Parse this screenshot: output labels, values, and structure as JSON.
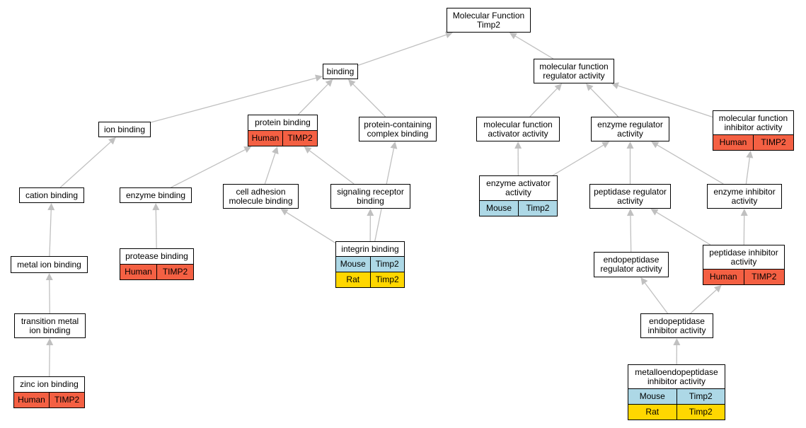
{
  "colors": {
    "human": "#f46043",
    "mouse": "#add8e6",
    "rat": "#ffd700",
    "edge": "#c0c0c0"
  },
  "nodes": [
    {
      "id": "mf",
      "label": "Molecular Function\nTimp2",
      "annotations": []
    },
    {
      "id": "binding",
      "label": "binding",
      "annotations": []
    },
    {
      "id": "mfra",
      "label": "molecular function\nregulator activity",
      "annotations": []
    },
    {
      "id": "ion",
      "label": "ion binding",
      "annotations": []
    },
    {
      "id": "protein",
      "label": "protein binding",
      "annotations": [
        {
          "species": "Human",
          "gene": "TIMP2",
          "color": "human"
        }
      ]
    },
    {
      "id": "pccb",
      "label": "protein-containing\ncomplex binding",
      "annotations": []
    },
    {
      "id": "mfaa",
      "label": "molecular function\nactivator activity",
      "annotations": []
    },
    {
      "id": "era",
      "label": "enzyme regulator\nactivity",
      "annotations": []
    },
    {
      "id": "mfia",
      "label": "molecular function\ninhibitor activity",
      "annotations": [
        {
          "species": "Human",
          "gene": "TIMP2",
          "color": "human"
        }
      ]
    },
    {
      "id": "cation",
      "label": "cation binding",
      "annotations": []
    },
    {
      "id": "enzyme",
      "label": "enzyme binding",
      "annotations": []
    },
    {
      "id": "cam",
      "label": "cell adhesion\nmolecule binding",
      "annotations": []
    },
    {
      "id": "srb",
      "label": "signaling receptor\nbinding",
      "annotations": []
    },
    {
      "id": "eaa",
      "label": "enzyme activator\nactivity",
      "annotations": [
        {
          "species": "Mouse",
          "gene": "Timp2",
          "color": "mouse"
        }
      ]
    },
    {
      "id": "pra",
      "label": "peptidase regulator\nactivity",
      "annotations": []
    },
    {
      "id": "eia",
      "label": "enzyme inhibitor\nactivity",
      "annotations": []
    },
    {
      "id": "metal",
      "label": "metal ion binding",
      "annotations": []
    },
    {
      "id": "protease",
      "label": "protease binding",
      "annotations": [
        {
          "species": "Human",
          "gene": "TIMP2",
          "color": "human"
        }
      ]
    },
    {
      "id": "integrin",
      "label": "integrin binding",
      "annotations": [
        {
          "species": "Mouse",
          "gene": "Timp2",
          "color": "mouse"
        },
        {
          "species": "Rat",
          "gene": "Timp2",
          "color": "rat"
        }
      ]
    },
    {
      "id": "epra",
      "label": "endopeptidase\nregulator activity",
      "annotations": []
    },
    {
      "id": "pia",
      "label": "peptidase inhibitor\nactivity",
      "annotations": [
        {
          "species": "Human",
          "gene": "TIMP2",
          "color": "human"
        }
      ]
    },
    {
      "id": "tmib",
      "label": "transition metal\nion binding",
      "annotations": []
    },
    {
      "id": "epia",
      "label": "endopeptidase\ninhibitor activity",
      "annotations": []
    },
    {
      "id": "zinc",
      "label": "zinc ion binding",
      "annotations": [
        {
          "species": "Human",
          "gene": "TIMP2",
          "color": "human"
        }
      ]
    },
    {
      "id": "mepia",
      "label": "metalloendopeptidase\ninhibitor activity",
      "annotations": [
        {
          "species": "Mouse",
          "gene": "Timp2",
          "color": "mouse"
        },
        {
          "species": "Rat",
          "gene": "Timp2",
          "color": "rat"
        }
      ]
    }
  ],
  "edges": [
    {
      "from": "binding",
      "to": "mf"
    },
    {
      "from": "mfra",
      "to": "mf"
    },
    {
      "from": "ion",
      "to": "binding"
    },
    {
      "from": "protein",
      "to": "binding"
    },
    {
      "from": "pccb",
      "to": "binding"
    },
    {
      "from": "mfaa",
      "to": "mfra"
    },
    {
      "from": "era",
      "to": "mfra"
    },
    {
      "from": "mfia",
      "to": "mfra"
    },
    {
      "from": "cation",
      "to": "ion"
    },
    {
      "from": "enzyme",
      "to": "protein"
    },
    {
      "from": "cam",
      "to": "protein"
    },
    {
      "from": "srb",
      "to": "protein"
    },
    {
      "from": "integrin",
      "to": "pccb"
    },
    {
      "from": "eaa",
      "to": "mfaa"
    },
    {
      "from": "eaa",
      "to": "era"
    },
    {
      "from": "pra",
      "to": "era"
    },
    {
      "from": "eia",
      "to": "era"
    },
    {
      "from": "eia",
      "to": "mfia"
    },
    {
      "from": "metal",
      "to": "cation"
    },
    {
      "from": "protease",
      "to": "enzyme"
    },
    {
      "from": "integrin",
      "to": "cam"
    },
    {
      "from": "integrin",
      "to": "srb"
    },
    {
      "from": "epra",
      "to": "pra"
    },
    {
      "from": "pia",
      "to": "pra"
    },
    {
      "from": "pia",
      "to": "eia"
    },
    {
      "from": "tmib",
      "to": "metal"
    },
    {
      "from": "epia",
      "to": "epra"
    },
    {
      "from": "epia",
      "to": "pia"
    },
    {
      "from": "zinc",
      "to": "tmib"
    },
    {
      "from": "mepia",
      "to": "epia"
    }
  ]
}
